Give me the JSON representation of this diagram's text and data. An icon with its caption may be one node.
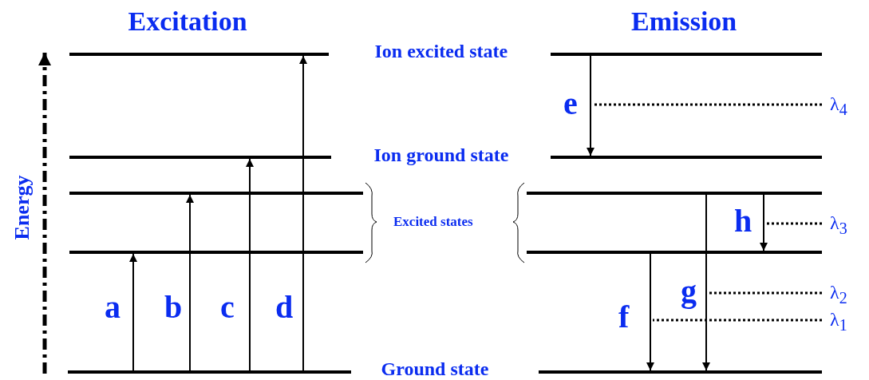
{
  "diagram": {
    "nodes": [
      {
        "text": [],
        "shape": "bar"
      },
      {
        "text": [],
        "shape": "bar"
      },
      {
        "text": [],
        "shape": "bar"
      },
      {
        "text": [],
        "shape": "bar"
      },
      {
        "text": [],
        "shape": "bar"
      },
      {
        "text": [],
        "shape": "bar"
      },
      {
        "text": [],
        "shape": "bar"
      },
      {
        "text": [],
        "shape": "bar"
      },
      {
        "text": [],
        "shape": "bar"
      },
      {
        "text": [],
        "shape": "bar"
      },
      {
        "text": [
          "λ$_{4}$"
        ]
      },
      {
        "text": [
          "λ$_{3}$"
        ]
      },
      {
        "text": [
          "λ$_{2}$"
        ]
      },
      {
        "text": [
          "λ$_{1}$"
        ]
      }
    ],
    "edges": [
      {
        "from": 4,
        "to": 3,
        "arrow": "to",
        "label": "a"
      },
      {
        "from": 4,
        "to": 2,
        "arrow": "to",
        "label": "b"
      },
      {
        "from": 4,
        "to": 1,
        "arrow": "to",
        "label": "c"
      },
      {
        "from": 4,
        "to": 0,
        "arrow": "to",
        "label": "d"
      },
      {
        "from": 5,
        "to": 6,
        "arrow": "to",
        "label": "e"
      },
      {
        "from": 8,
        "to": 9,
        "arrow": "to",
        "label": "f"
      },
      {
        "from": 7,
        "to": 9,
        "arrow": "to",
        "label": "g"
      },
      {
        "from": 7,
        "to": 8,
        "arrow": "to",
        "label": "h"
      },
      {
        "from": 10,
        "to": null,
        "arrow": "none",
        "style": "dashed"
      },
      {
        "from": 11,
        "to": null,
        "arrow": "none",
        "style": "dashed"
      },
      {
        "from": 12,
        "to": null,
        "arrow": "none",
        "style": "dashed"
      },
      {
        "from": 13,
        "to": null,
        "arrow": "none",
        "style": "dashed"
      }
    ],
    "labels": [
      "Excitation",
      "Emission",
      "Energy",
      "Ion excited state",
      "Ion ground state",
      "Excited states",
      "Ground state"
    ]
  }
}
